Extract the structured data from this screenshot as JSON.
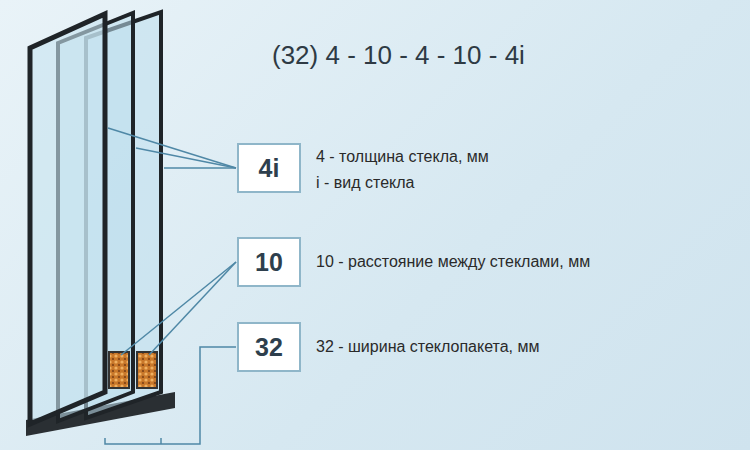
{
  "diagram": {
    "title": "(32) 4 - 10 - 4 - 10 - 4i",
    "nodes": [
      {
        "text": [
          "4i"
        ]
      },
      {
        "text": [
          "10"
        ]
      },
      {
        "text": [
          "32"
        ]
      }
    ],
    "labels": [
      "4 - толщина стекла, мм",
      "i - вид стекла",
      "10 - расстояние между стеклами, мм",
      "32 - ширина стеклопакета, мм"
    ]
  }
}
